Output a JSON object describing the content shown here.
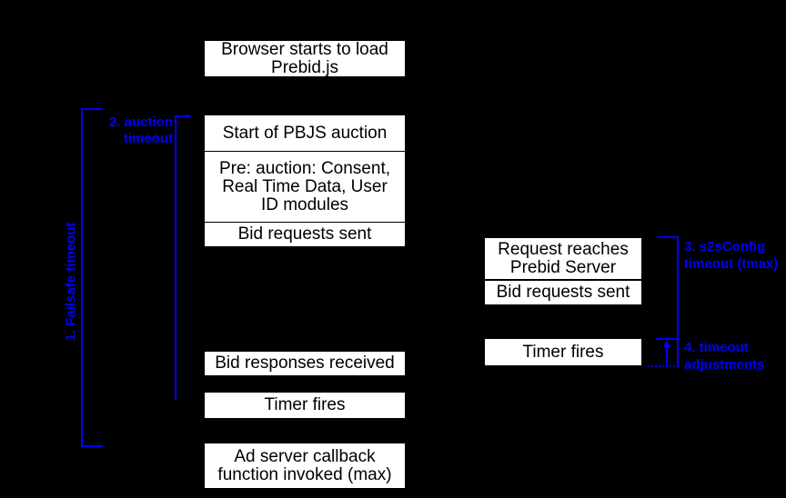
{
  "colors": {
    "background": "#000000",
    "box_fill": "#ffffff",
    "box_text": "#000000",
    "accent_blue": "#0000ff"
  },
  "boxes": {
    "browser_load": "Browser starts to load\nPrebid.js",
    "start_auction": "Start of PBJS auction",
    "pre_auction": "Pre: auction: Consent,\nReal Time Data, User\nID modules",
    "bid_requests_client": "Bid requests sent",
    "bid_responses": "Bid responses received",
    "timer_fires_client": "Timer fires",
    "ad_server_callback": "Ad server callback\nfunction invoked (max)",
    "request_reaches_pbs": "Request reaches\nPrebid Server",
    "bid_requests_pbs": "Bid requests sent",
    "timer_fires_pbs": "Timer fires"
  },
  "labels": {
    "failsafe_timeout": "1. Failsafe timeout",
    "auction_timeout": "2. auction\ntimeout",
    "s2s_timeout": "3. s2sConfig\ntimeout (tmax)",
    "timeout_adjustments": "4. timeout\nadjustments"
  }
}
